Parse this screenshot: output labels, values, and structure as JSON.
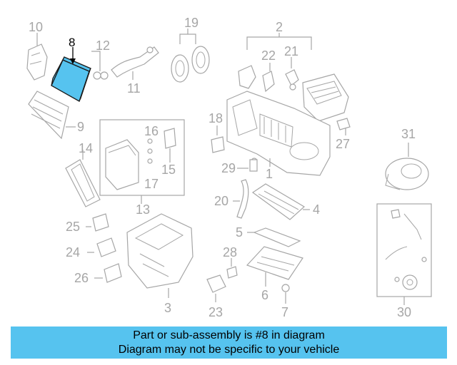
{
  "diagram": {
    "highlight_color": "#56c3ef",
    "part_color": "#a6a6a6",
    "callouts": {
      "c1": "1",
      "c2": "2",
      "c3": "3",
      "c4": "4",
      "c5": "5",
      "c6": "6",
      "c7": "7",
      "c8": "8",
      "c9": "9",
      "c10": "10",
      "c11": "11",
      "c12": "12",
      "c13": "13",
      "c14": "14",
      "c15": "15",
      "c16": "16",
      "c17": "17",
      "c18": "18",
      "c19": "19",
      "c20": "20",
      "c21": "21",
      "c22": "22",
      "c23": "23",
      "c24": "24",
      "c25": "25",
      "c26": "26",
      "c27": "27",
      "c28": "28",
      "c29": "29",
      "c30": "30",
      "c31": "31"
    }
  },
  "banner": {
    "line1": "Part or sub-assembly is #8 in diagram",
    "line2": "Diagram may not be specific to your vehicle",
    "background": "#56c3ef"
  }
}
